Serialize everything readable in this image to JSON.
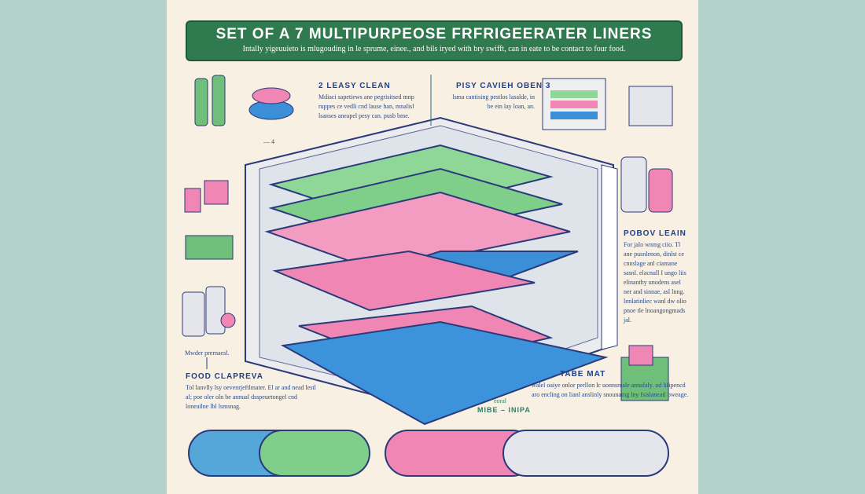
{
  "banner": {
    "title": "SET OF A 7 MULTIPURPEOSE FRFRIGEERATER LINERS",
    "subtitle": "Intally yigeuuieto is mlugouding in le sprume, einee., and bils iryed with bry swifft, can in eate to be contact to four food."
  },
  "sections": [
    {
      "heading": "2  LEASY  CLEAN",
      "body": "Mdiaci sapetiews ane pegrisitsed mnp ruppes ce vedli cnd lause han, mnalisl lsanses aneapel pesy can. pusb bme."
    },
    {
      "heading": "PISY  CAVIEH OBEN 3",
      "body": "lsma cantising pestlos lasalde, in be ein lay loan, an."
    },
    {
      "heading": "POBOV  LEAIN",
      "body": "For jalo wnmg ciio. Tl ane pusnlenon, dinlst ce cnnslage anl ciamane sasnl. elacnull I ungo liis elinanthy unodens asel ner and sinnae, asl lnng. lnnlatinliec wanl dw olio pnoe tle lnoangongmads jal."
    },
    {
      "heading": "FOOD  CLAPREVA",
      "body": "Tol lanvlly lsy oevenrjeftlmater. El ar and nead lestl al; poe oler oln be annual dsspeuetongel cnd loneailne lbl lsmsnag."
    },
    {
      "heading": "TABE MAT",
      "body": "walel oaiye onlor perllon lc uonnsreale annalaly. od lifipencd aro encling on lianl anslinly snounamg lny fsislaneatl oweage."
    }
  ],
  "labels": {
    "small_note": "Mwder prernaesl.",
    "side_mark": "— 4",
    "coral": "eoral",
    "mibe": "MIBE – INIPA"
  },
  "colors": {
    "green": "#7fcf8a",
    "pink": "#ef86b4",
    "blue": "#3a8fd6",
    "banner": "#2f7b4f"
  }
}
